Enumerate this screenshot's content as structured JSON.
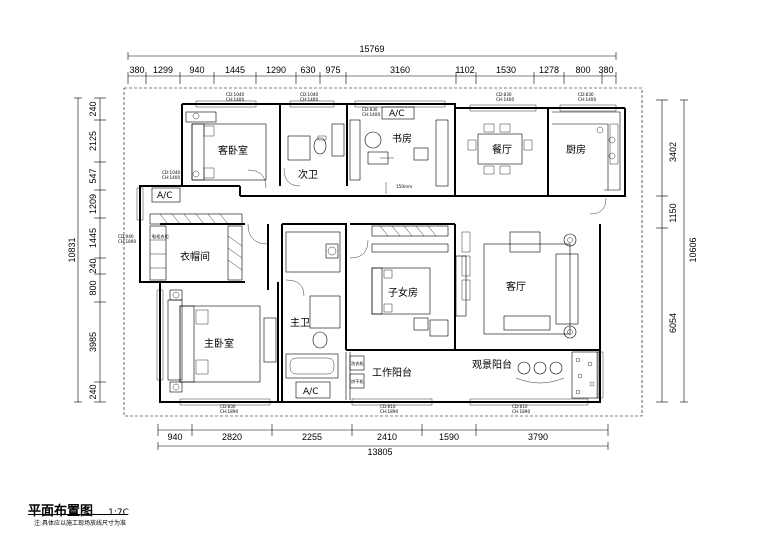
{
  "drawing": {
    "title": "平面布置图",
    "scale": "1:7C",
    "note": "注:具体应以施工现场放线尺寸为准"
  },
  "dimensions": {
    "top_total": "15769",
    "top_segments": [
      "380",
      "1299",
      "940",
      "1445",
      "1290",
      "630",
      "975",
      "3160",
      "1102",
      "1530",
      "1278",
      "800",
      "380"
    ],
    "bottom_total": "13805",
    "bottom_segments": [
      "940",
      "2820",
      "2255",
      "2410",
      "1590",
      "3790"
    ],
    "left_total": "10831",
    "left_segments": [
      "240",
      "2125",
      "547",
      "1209",
      "1445",
      "240",
      "800",
      "3985",
      "240"
    ],
    "right_total": "10606",
    "right_segments": [
      "3402",
      "1150",
      "6054"
    ]
  },
  "rooms": {
    "guest_bedroom": "客卧室",
    "second_bath": "次卫",
    "study": "书房",
    "dining": "餐厅",
    "kitchen": "厨房",
    "cloakroom": "衣帽间",
    "kids_room": "子女房",
    "living": "客厅",
    "master_bath": "主卫",
    "master_bedroom": "主卧室",
    "utility_balcony": "工作阳台",
    "view_balcony": "观景阳台"
  },
  "equipment": {
    "ac_label": "A/C",
    "washer_label": "洗衣机",
    "dryer_label": "烘干机",
    "shoe_cabinet": "鞋柜衣柜"
  },
  "window_tags": {
    "w_guest": [
      "CD:1040",
      "CH:1400"
    ],
    "w_bath": [
      "CD:1040",
      "CH:1400"
    ],
    "w_study": [
      "CD:830",
      "CH:1400"
    ],
    "w_dining": [
      "CD:830",
      "CH:1400"
    ],
    "w_kitchen": [
      "CD:830",
      "CH:1400"
    ],
    "w_guest_side": [
      "CD:1040",
      "CH:1400"
    ],
    "w_cloak": [
      "CD:940",
      "CH:1890"
    ],
    "w_master": [
      "CD:830",
      "CH:1890"
    ],
    "w_balcony_a": [
      "CD:810",
      "CH:1890"
    ],
    "w_balcony_b": [
      "CD:810",
      "CH:1890"
    ]
  },
  "study_height_note": "150mm"
}
